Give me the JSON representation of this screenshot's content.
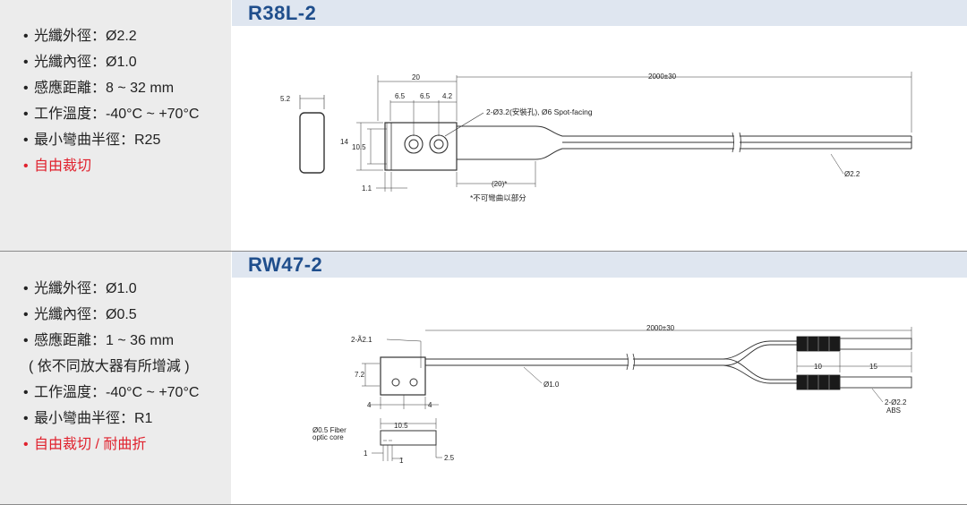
{
  "products": [
    {
      "model": "R38L-2",
      "specs": [
        {
          "text": "光纖外徑：Ø2.2",
          "highlight": false,
          "bullet": true
        },
        {
          "text": "光纖內徑：Ø1.0",
          "highlight": false,
          "bullet": true
        },
        {
          "text": "感應距離：8 ~ 32 mm",
          "highlight": false,
          "bullet": true
        },
        {
          "text": "工作溫度：-40°C ~ +70°C",
          "highlight": false,
          "bullet": true
        },
        {
          "text": "最小彎曲半徑：R25",
          "highlight": false,
          "bullet": true
        },
        {
          "text": "自由裁切",
          "highlight": true,
          "bullet": true
        }
      ],
      "dimensions": {
        "w52": "5.2",
        "h14": "14",
        "h105": "10.5",
        "d11": "1.1",
        "l20": "20",
        "p65a": "6.5",
        "p65b": "6.5",
        "p42": "4.2",
        "len": "2000±30",
        "hole": "2-Ø3.2(安裝孔), Ø6 Spot-facing",
        "nobend": "(20)*",
        "nobend_note": "*不可彎曲以部分",
        "dia": "Ø2.2"
      }
    },
    {
      "model": "RW47-2",
      "specs": [
        {
          "text": "光纖外徑：Ø1.0",
          "highlight": false,
          "bullet": true
        },
        {
          "text": "光纖內徑：Ø0.5",
          "highlight": false,
          "bullet": true
        },
        {
          "text": "感應距離：1 ~ 36 mm",
          "highlight": false,
          "bullet": true
        },
        {
          "text": "( 依不同放大器有所增減 )",
          "highlight": false,
          "bullet": false
        },
        {
          "text": "工作溫度：-40°C ~ +70°C",
          "highlight": false,
          "bullet": true
        },
        {
          "text": "最小彎曲半徑：R1",
          "highlight": false,
          "bullet": true
        },
        {
          "text": "自由裁切 / 耐曲折",
          "highlight": true,
          "bullet": true
        }
      ],
      "dimensions": {
        "hole": "2-Ã2.1",
        "h72": "7.2",
        "w4a": "4",
        "w4b": "4",
        "len": "2000±30",
        "dia": "Ø1.0",
        "l10": "10",
        "l15": "15",
        "tube_a": "2-Ø2.2",
        "tube_b": "ABS",
        "fiber_a": "Ø0.5 Fiber",
        "fiber_b": "optic core",
        "w105": "10.5",
        "d25": "2.5",
        "d1a": "1",
        "d1b": "1"
      }
    }
  ]
}
